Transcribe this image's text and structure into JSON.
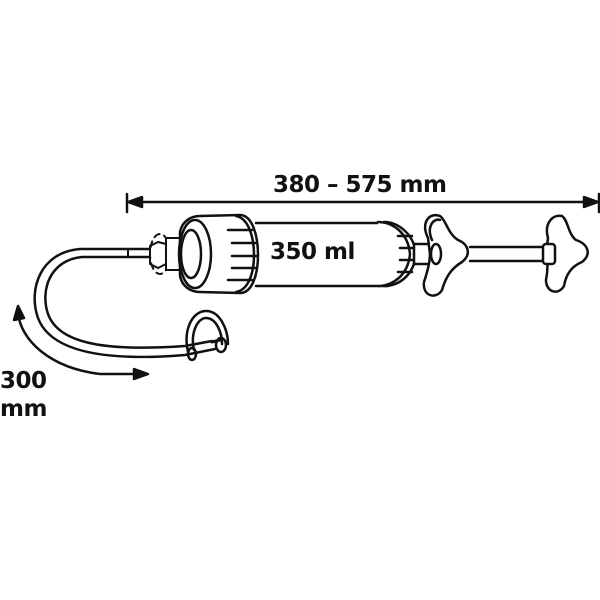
{
  "diagram": {
    "subject": "fluid extraction syringe with hose",
    "line_color": "#111111",
    "background": "#ffffff",
    "dimensions": {
      "overall_length": {
        "label": "380 – 575 mm",
        "type": "double-arrow-horizontal"
      },
      "volume": {
        "label": "350 ml"
      },
      "hose_length": {
        "line1": "300",
        "line2": "mm",
        "type": "curved-double-arrow"
      }
    },
    "parts": [
      "hose",
      "hose-clip",
      "nozzle-nut",
      "front-cap",
      "barrel",
      "rear-cap",
      "front-handle-knob",
      "plunger-rod",
      "rear-handle-knob"
    ]
  }
}
